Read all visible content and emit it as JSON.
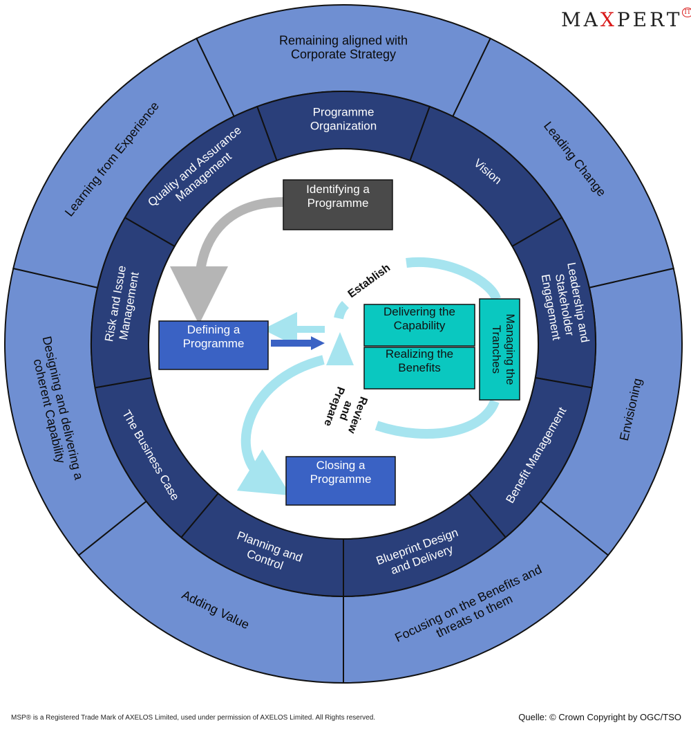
{
  "logo": {
    "text_before": "MA",
    "text_x": "X",
    "text_after": "PERT",
    "badge": "IT"
  },
  "outer_ring": [
    "Remaining aligned with|Corporate Strategy",
    "Leading Change",
    "Envisioning",
    "Focusing on the Benefits and|threats to them",
    "Adding Value",
    "Designing and delivering a|coherent Capability",
    "Learning from Experience"
  ],
  "inner_ring": [
    "Programme|Organization",
    "Vision",
    "Leadership and|Stakeholder|Engagement",
    "Benefit Management",
    "Blueprint Design|and Delivery",
    "Planning and|Control",
    "The Business Case",
    "Risk and Issue|Management",
    "Quality and Assurance|Management"
  ],
  "process": {
    "identifying": "Identifying a|Programme",
    "defining": "Defining a|Programme",
    "closing": "Closing a|Programme",
    "delivering": "Delivering the|Capability",
    "realizing": "Realizing the|Benefits",
    "managing": "Managing the|Tranches",
    "establish": "Establish",
    "review": "Review|and|Prepare"
  },
  "colors": {
    "outer": "#6f8fd2",
    "inner": "#2a3f7a",
    "identifying": "#4a4a4a",
    "process_box": "#3a62c4",
    "teal": "#0ac8c0",
    "arrow_light": "#a6e4ef",
    "arrow_gray": "#b5b5b5"
  },
  "footer": {
    "left": "MSP® is a Registered Trade Mark of AXELOS Limited, used under permission of AXELOS Limited. All Rights reserved.",
    "right": "Quelle: © Crown Copyright by OGC/TSO"
  }
}
